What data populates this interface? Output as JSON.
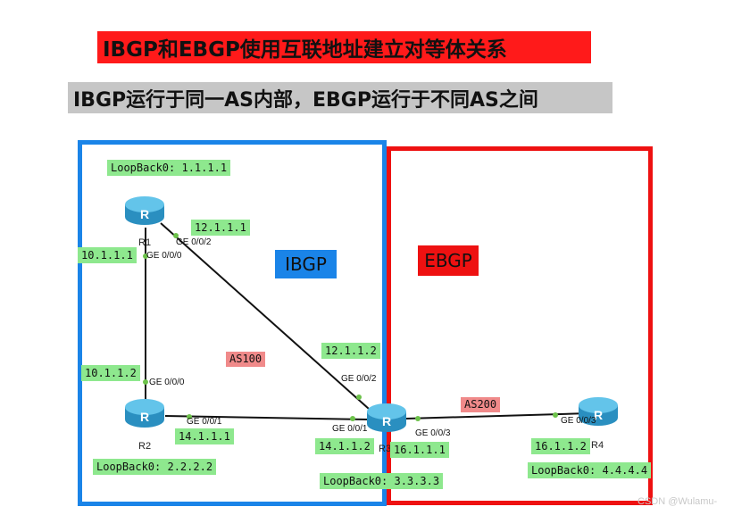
{
  "title": "IBGP和EBGP使用互联地址建立对等体关系",
  "subtitle": "IBGP运行于同一AS内部，EBGP运行于不同AS之间",
  "zones": {
    "ibgp": "IBGP",
    "ebgp": "EBGP"
  },
  "as_labels": {
    "as100": "AS100",
    "as200": "AS200"
  },
  "routers": {
    "r1": {
      "name": "R1",
      "loopback": "LoopBack0: 1.1.1.1"
    },
    "r2": {
      "name": "R2",
      "loopback": "LoopBack0: 2.2.2.2"
    },
    "r3": {
      "name": "R3",
      "loopback": "LoopBack0: 3.3.3.3"
    },
    "r4": {
      "name": "R4",
      "loopback": "LoopBack0: 4.4.4.4"
    }
  },
  "interfaces": {
    "r1_ge000": {
      "port": "GE 0/0/0",
      "ip": "10.1.1.1"
    },
    "r1_ge002": {
      "port": "GE 0/0/2",
      "ip": "12.1.1.1"
    },
    "r2_ge000": {
      "port": "GE 0/0/0",
      "ip": "10.1.1.2"
    },
    "r2_ge001": {
      "port": "GE 0/0/1",
      "ip": "14.1.1.1"
    },
    "r3_ge002": {
      "port": "GE 0/0/2",
      "ip": "12.1.1.2"
    },
    "r3_ge001": {
      "port": "GE 0/0/1",
      "ip": "14.1.1.2"
    },
    "r3_ge003": {
      "port": "GE 0/0/3",
      "ip": "16.1.1.1"
    },
    "r4_ge003": {
      "port": "GE 0/0/3",
      "ip": "16.1.1.2"
    }
  },
  "watermark": "CSDN @Wulamu-",
  "colors": {
    "ibgp_zone": "#1a84e8",
    "ebgp_zone": "#ee1111",
    "ip_label": "#8ee88e",
    "as_label": "#f08a8a",
    "title_bg": "#ff1a1a",
    "subtitle_bg": "#c6c6c6",
    "router": "#3aa8d8"
  }
}
